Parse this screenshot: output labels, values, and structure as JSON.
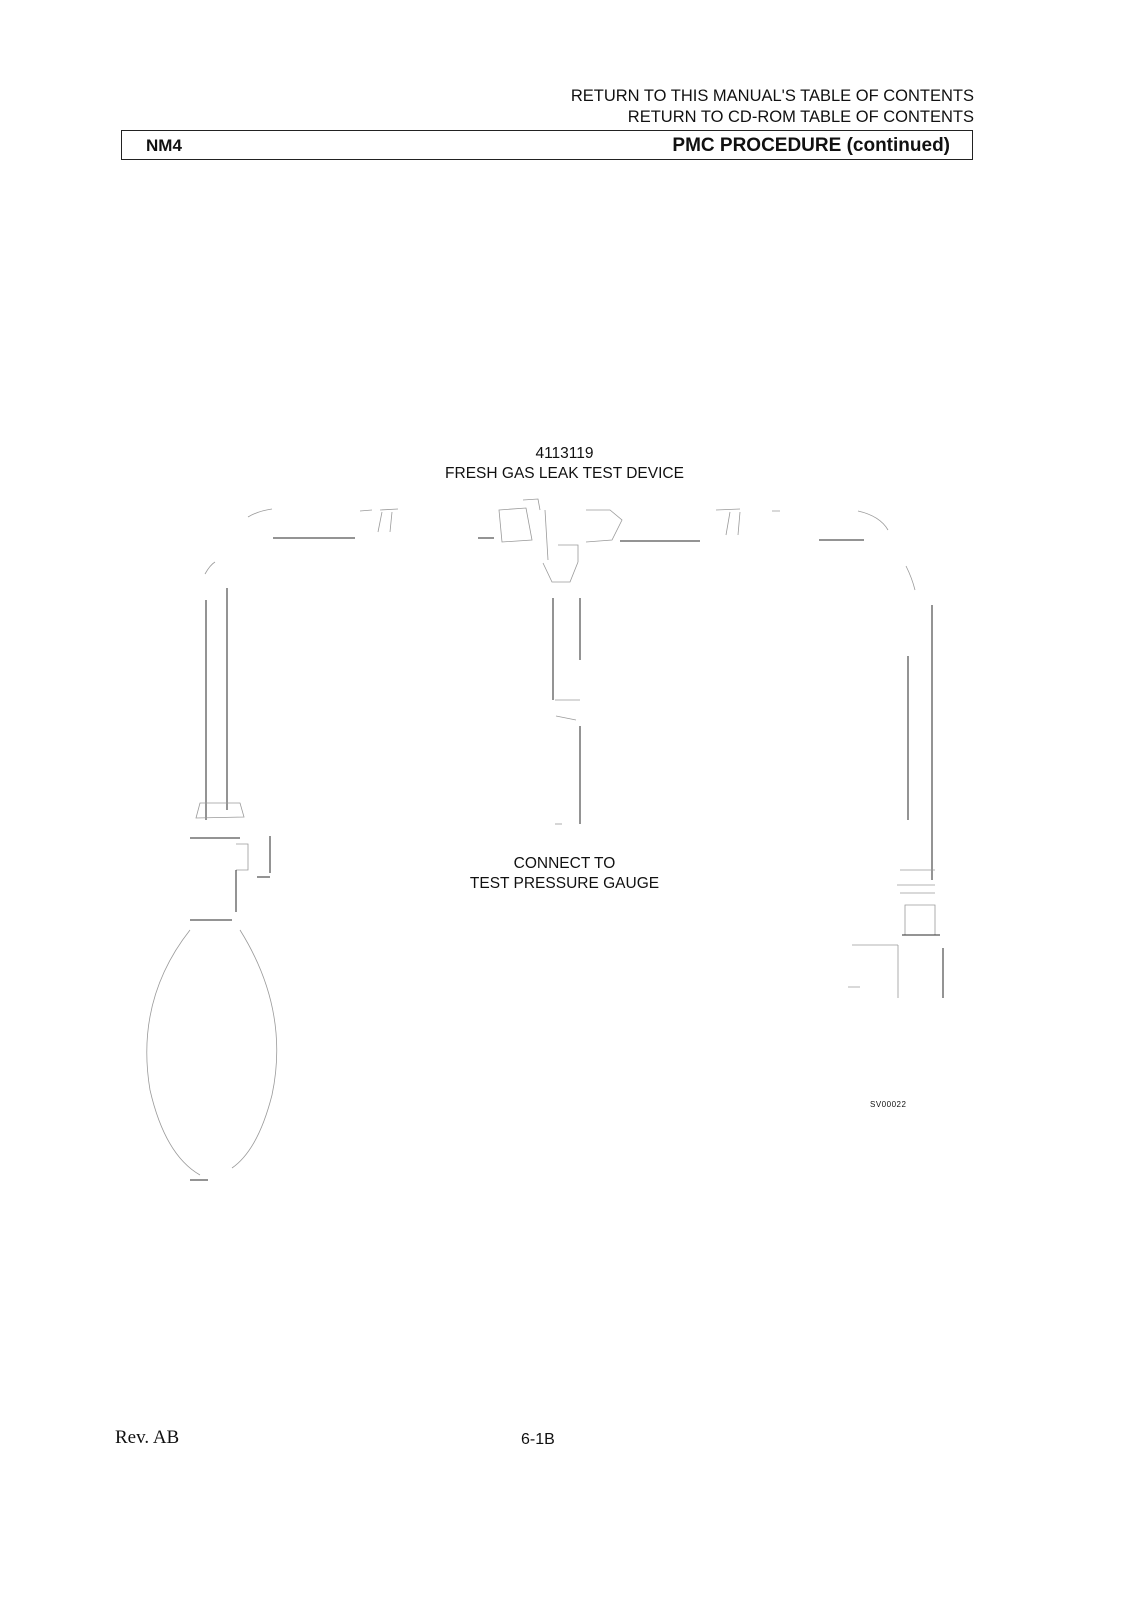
{
  "toc": {
    "manual_link": "RETURN TO THIS MANUAL'S TABLE OF CONTENTS",
    "cdrom_link": "RETURN TO CD-ROM TABLE OF CONTENTS"
  },
  "header": {
    "section_code": "NM4",
    "section_title": "PMC PROCEDURE (continued)"
  },
  "figure": {
    "part_number": "4113119",
    "device_name": "FRESH GAS LEAK TEST DEVICE",
    "callout_line1": "CONNECT TO",
    "callout_line2": "TEST PRESSURE GAUGE",
    "figure_id": "SV00022"
  },
  "footer": {
    "revision": "Rev. AB",
    "page_number": "6-1B"
  }
}
